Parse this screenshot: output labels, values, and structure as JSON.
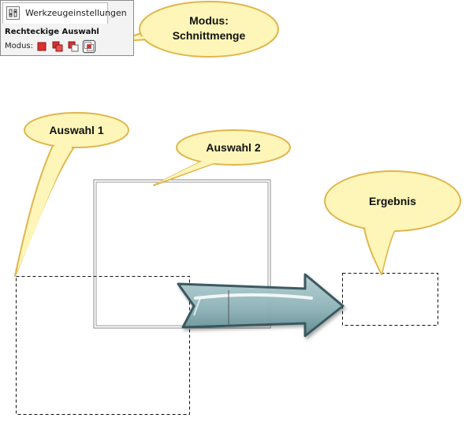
{
  "panel": {
    "tab_label": "Werkzeugeinstellungen",
    "tool_title": "Rechteckige Auswahl",
    "mode_label": "Modus:",
    "mode_buttons": [
      {
        "name": "replace-mode",
        "icon": "replace-selection-icon",
        "active": false
      },
      {
        "name": "add-mode",
        "icon": "add-selection-icon",
        "active": false
      },
      {
        "name": "subtract-mode",
        "icon": "subtract-selection-icon",
        "active": false
      },
      {
        "name": "intersect-mode",
        "icon": "intersect-selection-icon",
        "active": true
      }
    ]
  },
  "callouts": {
    "mode": {
      "line1": "Modus:",
      "line2": "Schnittmenge"
    },
    "selection1": "Auswahl 1",
    "selection2": "Auswahl 2",
    "result": "Ergebnis"
  },
  "colors": {
    "bubble_fill": "#fdf6b8",
    "bubble_stroke": "#e1b54d",
    "arrow_fill": "#8fb4b9",
    "arrow_stroke": "#33545a",
    "mode_icon_red": "#d93030"
  }
}
